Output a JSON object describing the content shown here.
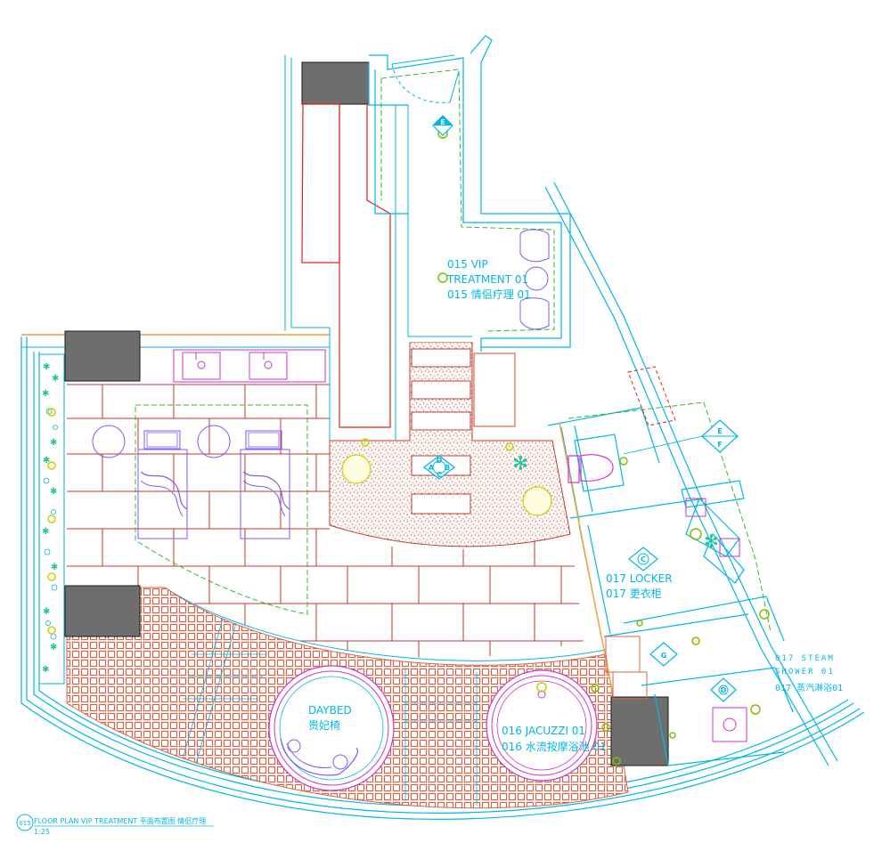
{
  "rooms": {
    "vip_treatment": {
      "line1": "015 VIP",
      "line2": "TREATMENT 01",
      "line3": "015 情侣疗理 01"
    },
    "locker": {
      "line1": "017 LOCKER",
      "line2": "017 更衣柜"
    },
    "daybed": {
      "line1": "DAYBED",
      "line2": "贵妃椅"
    },
    "jacuzzi": {
      "line1": "016 JACUZZI 01",
      "line2": "016 水流按摩浴池 01"
    },
    "steam_shower": {
      "line1": "017 STEAM",
      "line2": "SHOWER 01",
      "line3": "017 蒸汽淋浴01"
    }
  },
  "title_block": {
    "number": "015",
    "title": "FLOOR PLAN VIP TREATMENT 平面布置图 情侣疗理",
    "scale": "1:25"
  },
  "tags": {
    "e": "E",
    "ef_top": "E",
    "ef_bottom": "F",
    "dabc_top": "D",
    "dabc_left": "A",
    "dabc_bottom": "C",
    "dabc_right": "B",
    "locker_tag": "C",
    "g": "G",
    "steam_tag": "D"
  },
  "colors": {
    "wall": "#00b7e6",
    "hatch": "#d8644a",
    "furniture": "#cc33cc",
    "dashed_outline": "#39b539",
    "red_line": "#e0231a",
    "column": "#6e6e6e"
  }
}
